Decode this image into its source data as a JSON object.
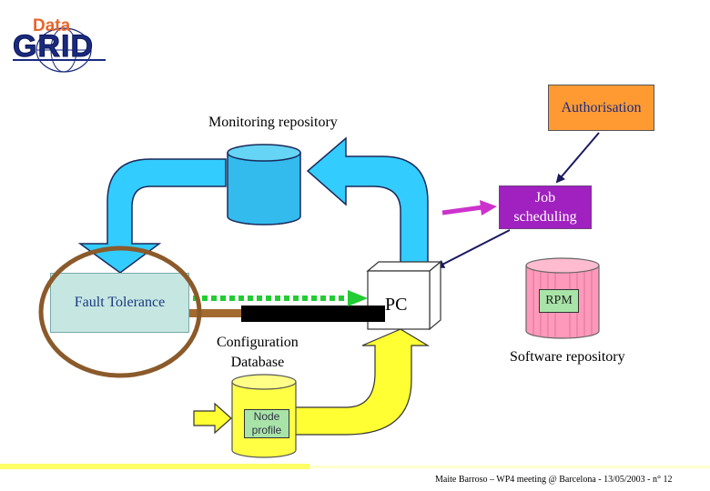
{
  "logo": {
    "line1": "Data",
    "line2": "GRID"
  },
  "nodes": {
    "monitoring_repository": "Monitoring repository",
    "authorisation": "Authorisation",
    "job_scheduling_line1": "Job",
    "job_scheduling_line2": "scheduling",
    "fault_tolerance": "Fault Tolerance",
    "pc": "PC",
    "rpm": "RPM",
    "configuration_database_line1": "Configuration",
    "configuration_database_line2": "Database",
    "software_repository": "Software repository",
    "node_profile_line1": "Node",
    "node_profile_line2": "profile"
  },
  "footer": {
    "text": "Maite Barroso – WP4 meeting @ Barcelona - 13/05/2003 - n° 12"
  },
  "colors": {
    "cyan_arrow": "#33ccff",
    "cylinder_fill": "#33bbee",
    "authorisation_fill": "#ff9a33",
    "job_scheduling_fill": "#a020c0",
    "fault_tolerance_fill": "#c6e6e2",
    "dashed_arrow": "#22cc33",
    "config_cylinder": "#ffff44",
    "rpm_cylinder": "#ff99bb",
    "ring": "#8b5a2b",
    "logo_orange": "#e8652a",
    "logo_navy": "#1a2a80"
  }
}
